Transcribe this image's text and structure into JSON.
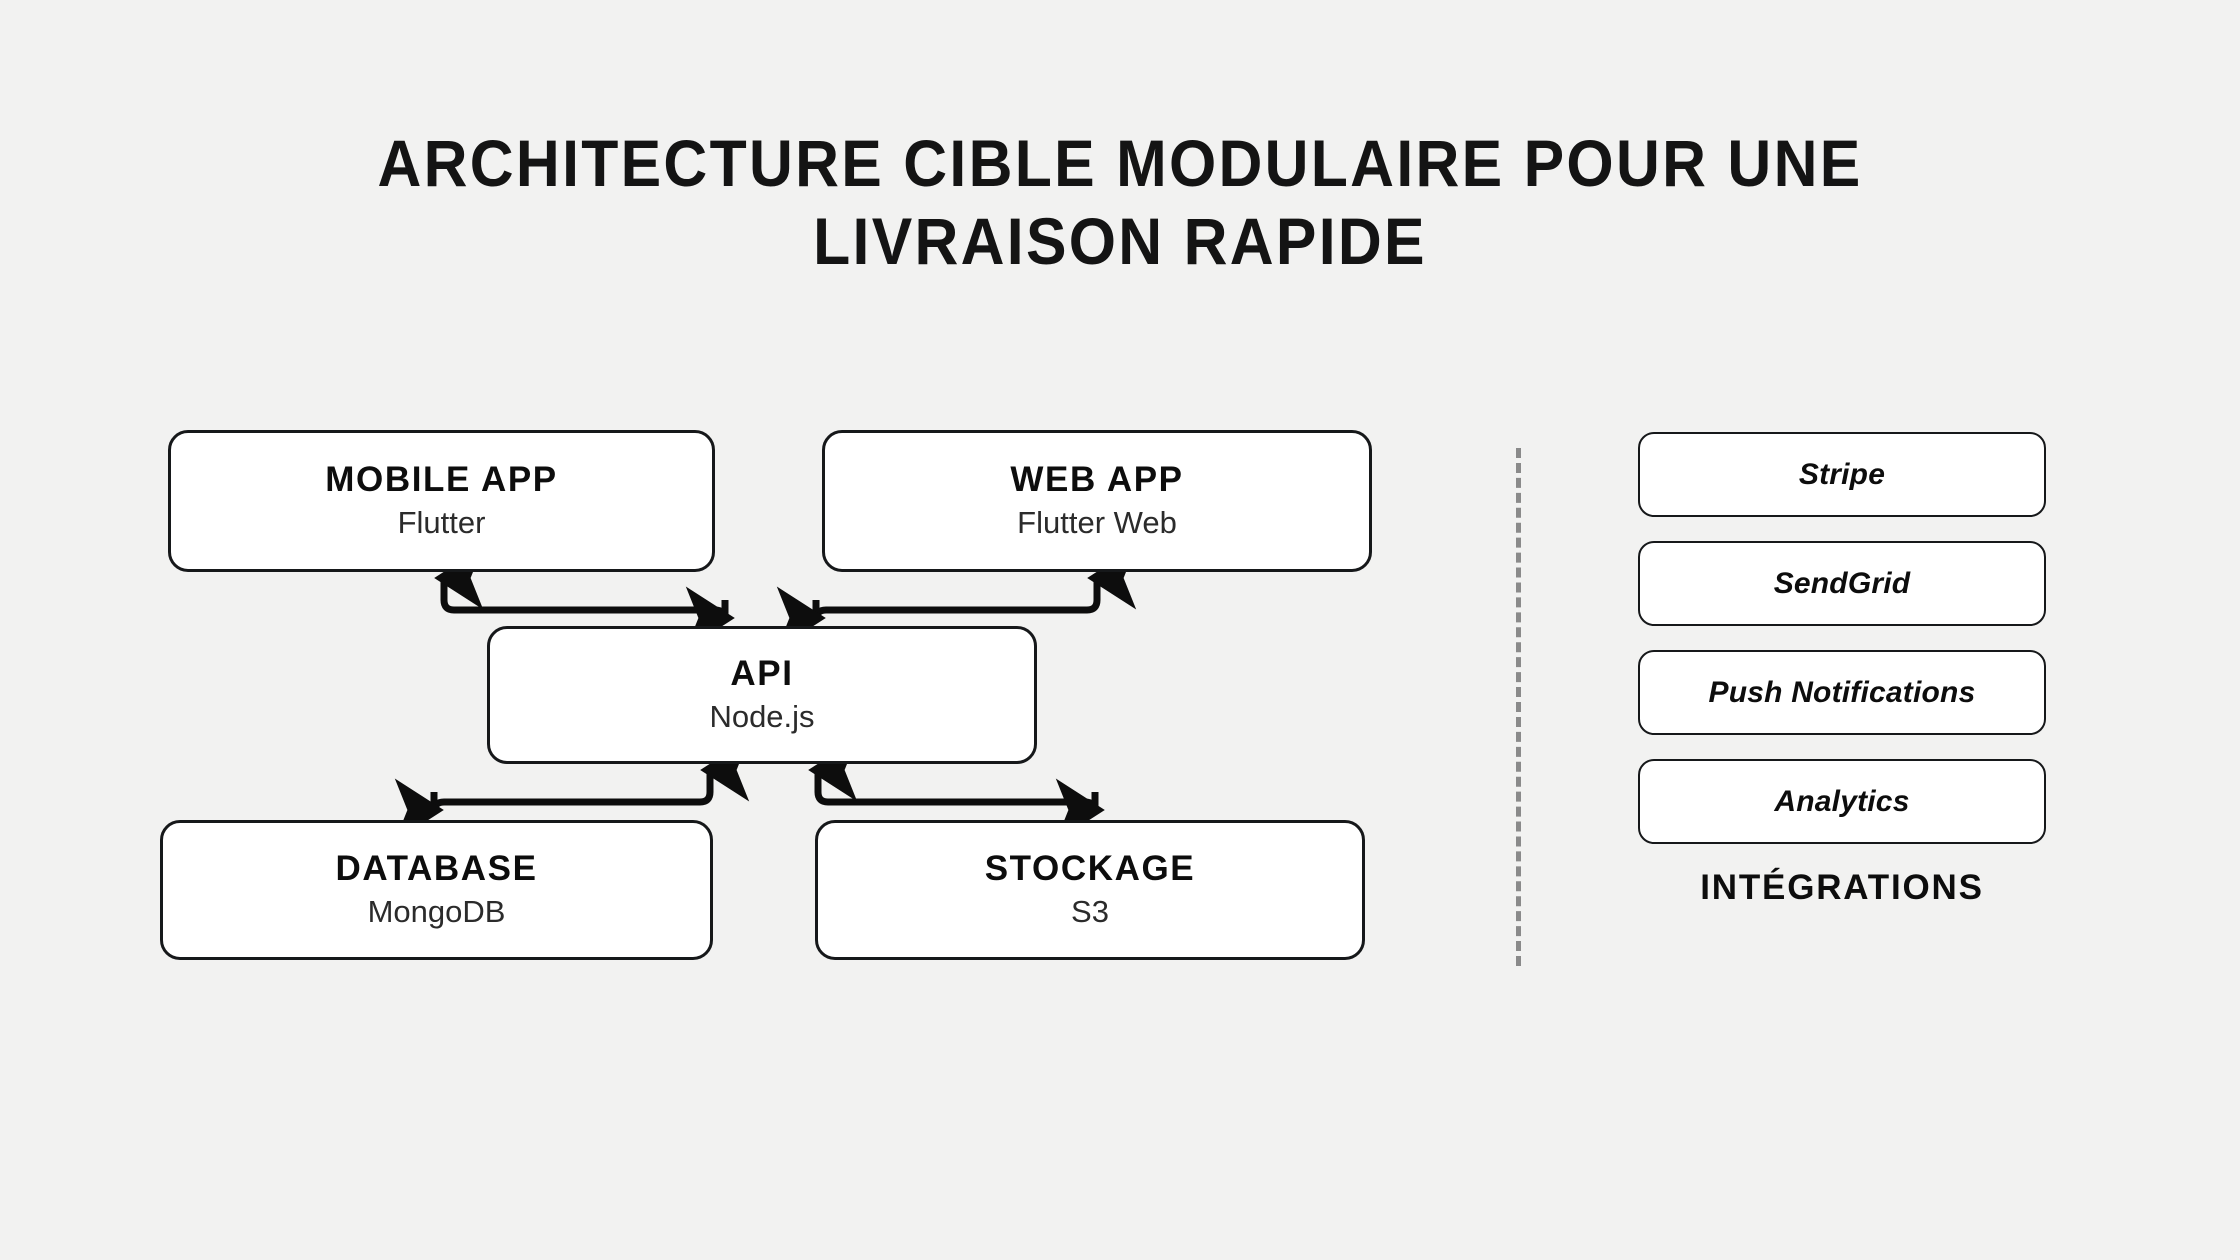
{
  "background_color": "#f2f2f1",
  "ink_color": "#141414",
  "divider_color": "#8a8a8a",
  "title": {
    "line1": "Architecture cible modulaire pour une",
    "line2": "livraison rapide"
  },
  "architecture": {
    "nodes": [
      {
        "id": "mobile",
        "title": "Mobile App",
        "subtitle": "Flutter"
      },
      {
        "id": "web",
        "title": "Web App",
        "subtitle": "Flutter Web"
      },
      {
        "id": "api",
        "title": "API",
        "subtitle": "Node.js"
      },
      {
        "id": "database",
        "title": "Database",
        "subtitle": "MongoDB"
      },
      {
        "id": "storage",
        "title": "Stockage",
        "subtitle": "S3"
      }
    ],
    "connections": [
      {
        "from": "mobile",
        "to": "api",
        "style": "bidirectional-elbow"
      },
      {
        "from": "web",
        "to": "api",
        "style": "bidirectional-elbow"
      },
      {
        "from": "api",
        "to": "database",
        "style": "bidirectional-elbow"
      },
      {
        "from": "api",
        "to": "storage",
        "style": "bidirectional-elbow"
      }
    ]
  },
  "integrations": {
    "heading": "Intégrations",
    "items": [
      {
        "label": "Stripe"
      },
      {
        "label": "SendGrid"
      },
      {
        "label": "Push Notifications"
      },
      {
        "label": "Analytics"
      }
    ]
  }
}
